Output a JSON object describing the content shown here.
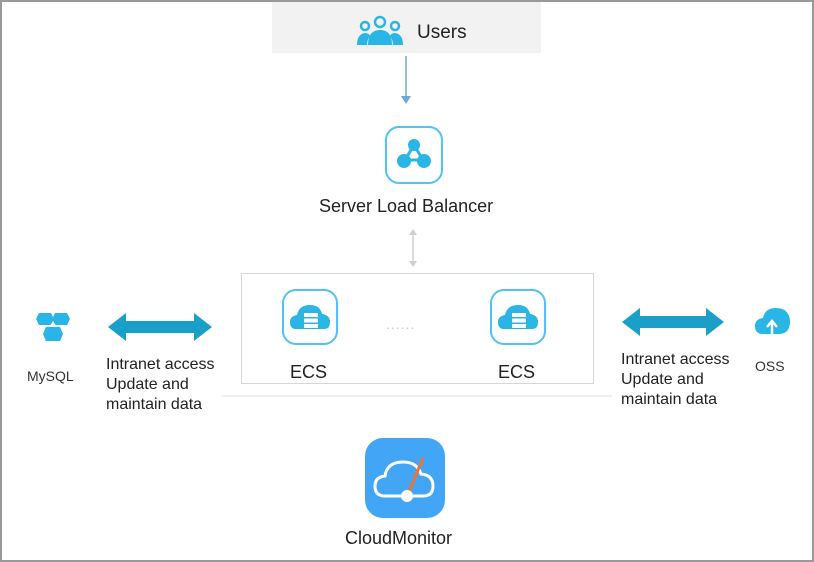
{
  "diagram": {
    "users": {
      "label": "Users",
      "icon": "users-icon"
    },
    "slb": {
      "label": "Server Load Balancer",
      "icon": "load-balancer-icon"
    },
    "ecs_group": {
      "nodes": [
        {
          "label": "ECS",
          "icon": "ecs-server-icon"
        },
        {
          "label": "ECS",
          "icon": "ecs-server-icon"
        }
      ],
      "ellipsis": "......"
    },
    "mysql": {
      "label": "MySQL",
      "icon": "mysql-icon",
      "link_lines": [
        "Intranet access",
        "Update and",
        "maintain data"
      ]
    },
    "oss": {
      "label": "OSS",
      "icon": "oss-icon",
      "link_lines": [
        "Intranet access",
        "Update and",
        "maintain data"
      ]
    },
    "monitor": {
      "label": "CloudMonitor",
      "icon": "cloudmonitor-icon"
    },
    "colors": {
      "accent": "#4fc3f7",
      "icon_blue": "#29b6e6",
      "arrow_teal": "#1a9fc9",
      "connector": "#6fa8dc",
      "monitor_bg": "#42a5f5",
      "needle": "#e8743b"
    }
  }
}
